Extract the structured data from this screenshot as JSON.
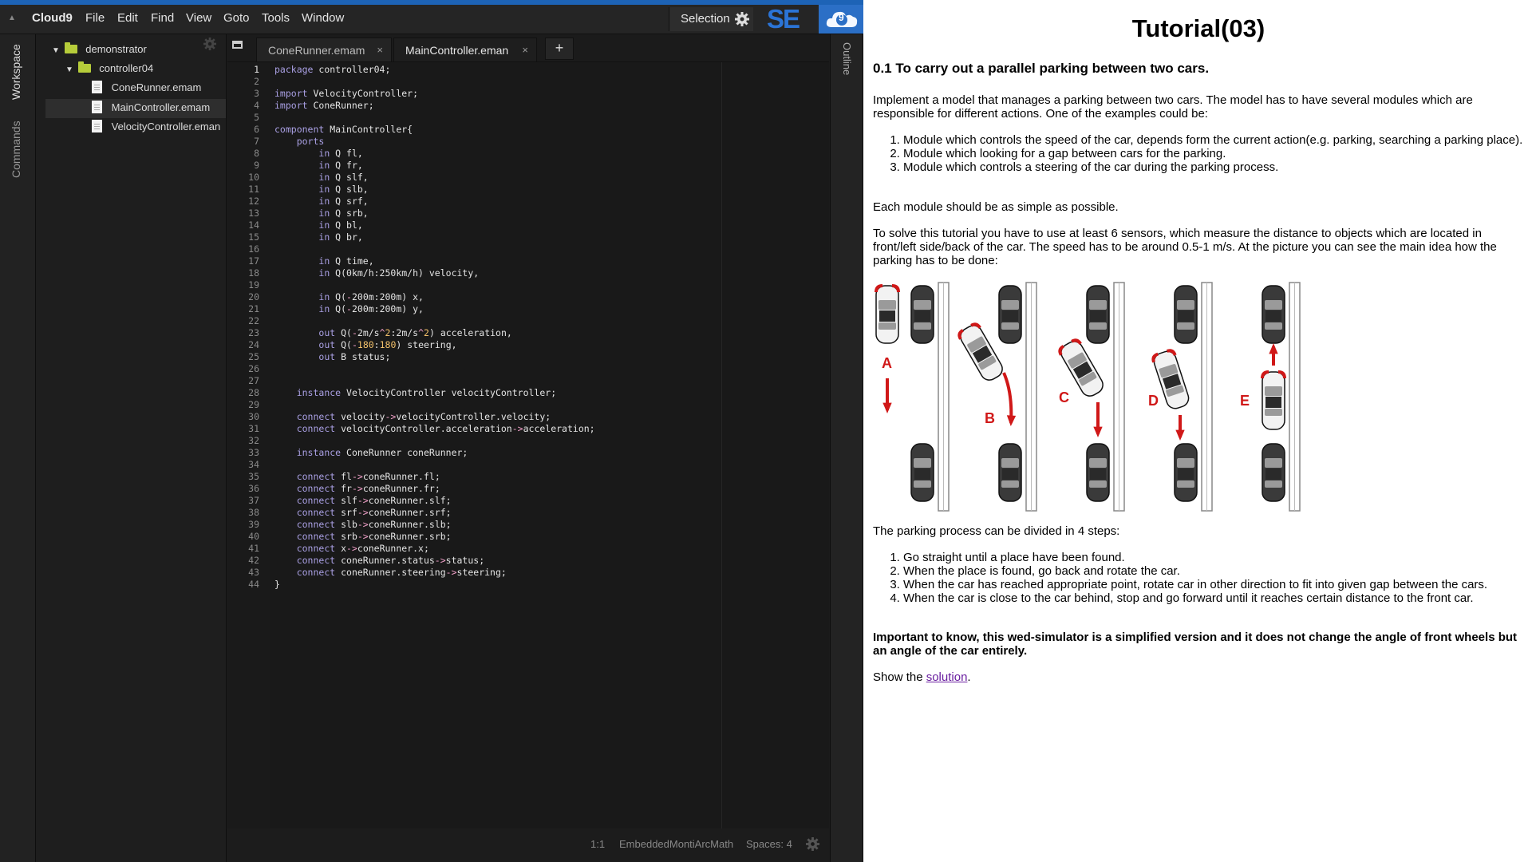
{
  "ide": {
    "brand": "Cloud9",
    "menu": [
      "File",
      "Edit",
      "Find",
      "View",
      "Goto",
      "Tools",
      "Window"
    ],
    "selection_label": "Selection",
    "logo_text": "SE",
    "cloud_badge": "9",
    "side_tabs": [
      "Workspace",
      "Commands"
    ],
    "outline_tab": "Outline",
    "tree": [
      {
        "label": "demonstrator",
        "type": "folder",
        "depth": 0
      },
      {
        "label": "controller04",
        "type": "folder",
        "depth": 1
      },
      {
        "label": "ConeRunner.emam",
        "type": "file",
        "depth": 2
      },
      {
        "label": "MainController.emam",
        "type": "file",
        "depth": 2,
        "selected": true
      },
      {
        "label": "VelocityController.eman",
        "type": "file",
        "depth": 2
      }
    ],
    "tabs": [
      {
        "label": "ConeRunner.emam",
        "close": "×",
        "active": false
      },
      {
        "label": "MainController.eman",
        "close": "×",
        "active": true
      }
    ],
    "new_tab": "+",
    "code": [
      [
        [
          "kw",
          "package"
        ],
        [
          "t",
          " controller04;"
        ]
      ],
      [],
      [
        [
          "kw",
          "import"
        ],
        [
          "t",
          " VelocityController;"
        ]
      ],
      [
        [
          "kw",
          "import"
        ],
        [
          "t",
          " ConeRunner;"
        ]
      ],
      [],
      [
        [
          "kw",
          "component"
        ],
        [
          "t",
          " MainController{"
        ]
      ],
      [
        [
          "t",
          "    "
        ],
        [
          "kw",
          "ports"
        ]
      ],
      [
        [
          "t",
          "        "
        ],
        [
          "kw",
          "in"
        ],
        [
          "t",
          " Q fl,"
        ]
      ],
      [
        [
          "t",
          "        "
        ],
        [
          "kw",
          "in"
        ],
        [
          "t",
          " Q fr,"
        ]
      ],
      [
        [
          "t",
          "        "
        ],
        [
          "kw",
          "in"
        ],
        [
          "t",
          " Q slf,"
        ]
      ],
      [
        [
          "t",
          "        "
        ],
        [
          "kw",
          "in"
        ],
        [
          "t",
          " Q slb,"
        ]
      ],
      [
        [
          "t",
          "        "
        ],
        [
          "kw",
          "in"
        ],
        [
          "t",
          " Q srf,"
        ]
      ],
      [
        [
          "t",
          "        "
        ],
        [
          "kw",
          "in"
        ],
        [
          "t",
          " Q srb,"
        ]
      ],
      [
        [
          "t",
          "        "
        ],
        [
          "kw",
          "in"
        ],
        [
          "t",
          " Q bl,"
        ]
      ],
      [
        [
          "t",
          "        "
        ],
        [
          "kw",
          "in"
        ],
        [
          "t",
          " Q br,"
        ]
      ],
      [],
      [
        [
          "t",
          "        "
        ],
        [
          "kw",
          "in"
        ],
        [
          "t",
          " Q time,"
        ]
      ],
      [
        [
          "t",
          "        "
        ],
        [
          "kw",
          "in"
        ],
        [
          "t",
          " Q(0km/h:250km/h) velocity,"
        ]
      ],
      [],
      [
        [
          "t",
          "        "
        ],
        [
          "kw",
          "in"
        ],
        [
          "t",
          " Q("
        ],
        [
          "op",
          "-"
        ],
        [
          "t",
          "200m:200m) x,"
        ]
      ],
      [
        [
          "t",
          "        "
        ],
        [
          "kw",
          "in"
        ],
        [
          "t",
          " Q("
        ],
        [
          "op",
          "-"
        ],
        [
          "t",
          "200m:200m) y,"
        ]
      ],
      [],
      [
        [
          "t",
          "        "
        ],
        [
          "kw",
          "out"
        ],
        [
          "t",
          " Q("
        ],
        [
          "op",
          "-"
        ],
        [
          "t",
          "2m/s"
        ],
        [
          "op",
          "^"
        ],
        [
          "num",
          "2"
        ],
        [
          "t",
          ":2m/s"
        ],
        [
          "op",
          "^"
        ],
        [
          "num",
          "2"
        ],
        [
          "t",
          ") acceleration,"
        ]
      ],
      [
        [
          "t",
          "        "
        ],
        [
          "kw",
          "out"
        ],
        [
          "t",
          " Q("
        ],
        [
          "op",
          "-"
        ],
        [
          "num",
          "180"
        ],
        [
          "t",
          ":"
        ],
        [
          "num",
          "180"
        ],
        [
          "t",
          ") steering,"
        ]
      ],
      [
        [
          "t",
          "        "
        ],
        [
          "kw",
          "out"
        ],
        [
          "t",
          " B status;"
        ]
      ],
      [],
      [],
      [
        [
          "t",
          "    "
        ],
        [
          "kw",
          "instance"
        ],
        [
          "t",
          " VelocityController velocityController;"
        ]
      ],
      [],
      [
        [
          "t",
          "    "
        ],
        [
          "kw",
          "connect"
        ],
        [
          "t",
          " velocity"
        ],
        [
          "op",
          "->"
        ],
        [
          "t",
          "velocityController.velocity;"
        ]
      ],
      [
        [
          "t",
          "    "
        ],
        [
          "kw",
          "connect"
        ],
        [
          "t",
          " velocityController.acceleration"
        ],
        [
          "op",
          "->"
        ],
        [
          "t",
          "acceleration;"
        ]
      ],
      [],
      [
        [
          "t",
          "    "
        ],
        [
          "kw",
          "instance"
        ],
        [
          "t",
          " ConeRunner coneRunner;"
        ]
      ],
      [],
      [
        [
          "t",
          "    "
        ],
        [
          "kw",
          "connect"
        ],
        [
          "t",
          " fl"
        ],
        [
          "op",
          "->"
        ],
        [
          "t",
          "coneRunner.fl;"
        ]
      ],
      [
        [
          "t",
          "    "
        ],
        [
          "kw",
          "connect"
        ],
        [
          "t",
          " fr"
        ],
        [
          "op",
          "->"
        ],
        [
          "t",
          "coneRunner.fr;"
        ]
      ],
      [
        [
          "t",
          "    "
        ],
        [
          "kw",
          "connect"
        ],
        [
          "t",
          " slf"
        ],
        [
          "op",
          "->"
        ],
        [
          "t",
          "coneRunner.slf;"
        ]
      ],
      [
        [
          "t",
          "    "
        ],
        [
          "kw",
          "connect"
        ],
        [
          "t",
          " srf"
        ],
        [
          "op",
          "->"
        ],
        [
          "t",
          "coneRunner.srf;"
        ]
      ],
      [
        [
          "t",
          "    "
        ],
        [
          "kw",
          "connect"
        ],
        [
          "t",
          " slb"
        ],
        [
          "op",
          "->"
        ],
        [
          "t",
          "coneRunner.slb;"
        ]
      ],
      [
        [
          "t",
          "    "
        ],
        [
          "kw",
          "connect"
        ],
        [
          "t",
          " srb"
        ],
        [
          "op",
          "->"
        ],
        [
          "t",
          "coneRunner.srb;"
        ]
      ],
      [
        [
          "t",
          "    "
        ],
        [
          "kw",
          "connect"
        ],
        [
          "t",
          " x"
        ],
        [
          "op",
          "->"
        ],
        [
          "t",
          "coneRunner.x;"
        ]
      ],
      [
        [
          "t",
          "    "
        ],
        [
          "kw",
          "connect"
        ],
        [
          "t",
          " coneRunner.status"
        ],
        [
          "op",
          "->"
        ],
        [
          "t",
          "status;"
        ]
      ],
      [
        [
          "t",
          "    "
        ],
        [
          "kw",
          "connect"
        ],
        [
          "t",
          " coneRunner.steering"
        ],
        [
          "op",
          "->"
        ],
        [
          "t",
          "steering;"
        ]
      ],
      [
        [
          "t",
          "}"
        ]
      ]
    ],
    "status": {
      "position": "1:1",
      "mode": "EmbeddedMontiArcMath",
      "spaces": "Spaces: 4"
    },
    "colors": {
      "keyword": "#aaa0e4",
      "operator": "#f0a0c8",
      "number": "#f2c06a",
      "accent": "#1d63b6"
    }
  },
  "tutorial": {
    "title": "Tutorial(03)",
    "section": "0.1 To carry out a parallel parking between two cars.",
    "intro": "Implement a model that manages a parking between two cars. The model has to have several modules which are responsible for different actions. One of the examples could be:",
    "modules": [
      "Module which controls the speed of the car, depends form the current action(e.g. parking, searching a parking place).",
      "Module which looking for a gap between cars for the parking.",
      "Module which controls a steering of the car during the parking process."
    ],
    "simple": "Each module should be as simple as possible.",
    "sensors": "To solve this tutorial you have to use at least 6 sensors, which measure the distance to objects which are located in front/left side/back of the car. The speed has to be around 0.5-1 m/s. At the picture you can see the main idea how the parking has to be done:",
    "diagram_labels": [
      "A",
      "B",
      "C",
      "D",
      "E"
    ],
    "steps_intro": "The parking process can be divided in 4 steps:",
    "steps": [
      "Go straight until a place have been found.",
      "When the place is found, go back and rotate the car.",
      "When the car has reached appropriate point, rotate car in other direction to fit into given gap between the cars.",
      "When the car is close to the car behind, stop and go forward until it reaches certain distance to the front car."
    ],
    "important": "Important to know, this wed-simulator is a simplified version and it does not change the angle of front wheels but an angle of the car entirely.",
    "show_prefix": "Show the ",
    "solution_link": "solution",
    "show_suffix": ".",
    "colors": {
      "link": "#6a1ea0",
      "arrow": "#d01818"
    }
  }
}
